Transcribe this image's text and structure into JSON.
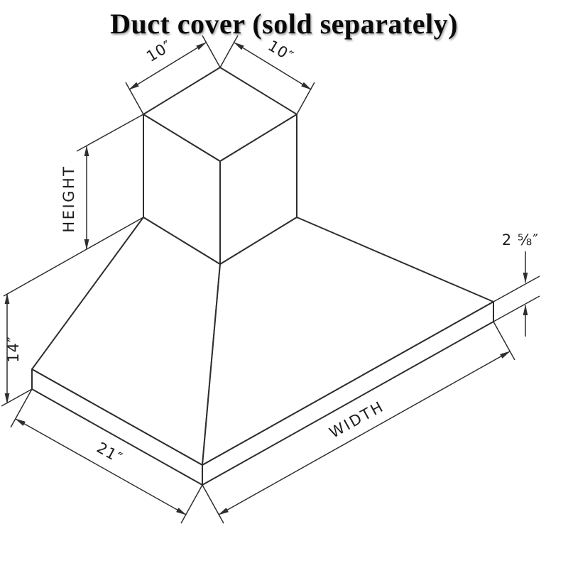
{
  "title": "Duct cover (sold separately)",
  "labels": {
    "duct_depth": "10″",
    "duct_width": "10″",
    "duct_height": "HEIGHT",
    "hood_height": "14″",
    "hood_depth": "21″",
    "hood_width": "WIDTH",
    "lip_height": "2 ⅝″"
  },
  "diagram": {
    "type": "isometric-dimension-drawing",
    "subject": "pyramid range hood with duct cover",
    "colors": {
      "line": "#2e2e2e",
      "background": "#ffffff",
      "title_text": "#0a0a0a"
    }
  }
}
